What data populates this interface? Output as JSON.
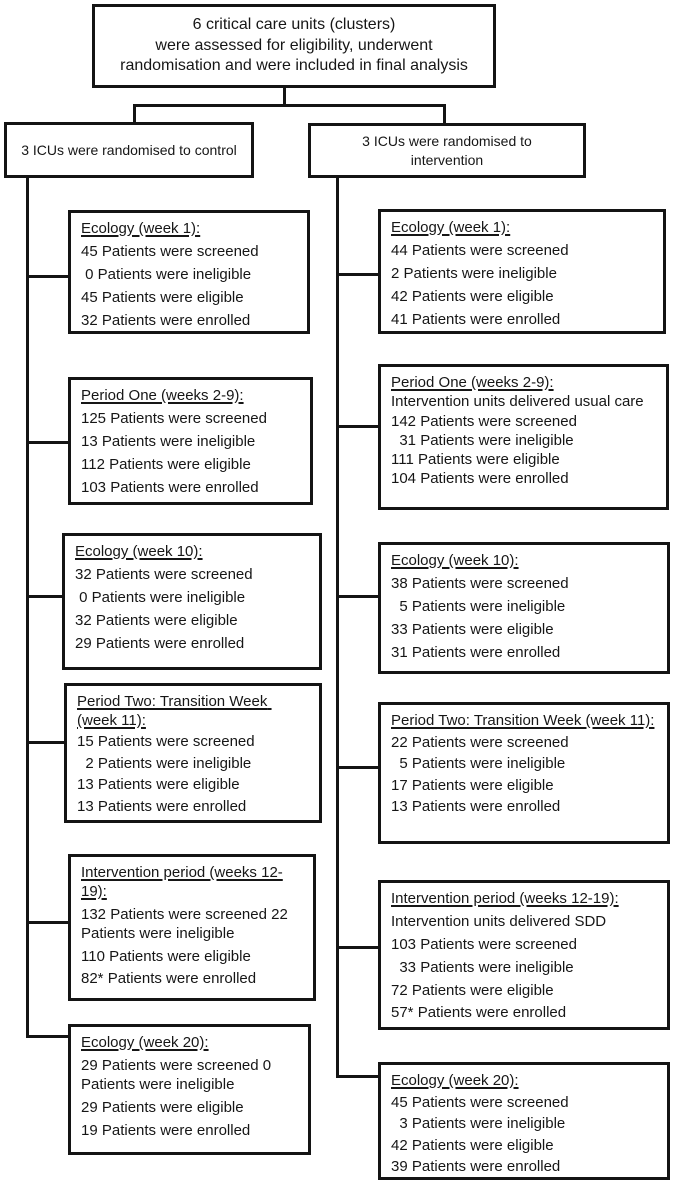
{
  "colors": {
    "line": "#141414",
    "background": "#ffffff",
    "text": "#161616"
  },
  "top_box": {
    "text": "6 critical care units (clusters)\nwere assessed for eligibility, underwent\nrandomisation and were included in final analysis"
  },
  "arm_boxes": {
    "control": "3  ICUs were randomised to control",
    "intervention": "3  ICUs were randomised to\nintervention"
  },
  "control_column": [
    {
      "heading": "Ecology (week 1):",
      "lines": [
        "45 Patients were screened",
        " 0 Patients were ineligible",
        "45 Patients were eligible",
        "32 Patients were enrolled"
      ]
    },
    {
      "heading": "Period One (weeks 2-9):",
      "lines": [
        "125 Patients were screened",
        "13 Patients were ineligible",
        "112 Patients were eligible",
        "103 Patients were enrolled"
      ]
    },
    {
      "heading": "Ecology (week 10):",
      "lines": [
        "32 Patients were screened",
        " 0 Patients were ineligible",
        "32 Patients were eligible",
        "29 Patients were enrolled"
      ]
    },
    {
      "heading": "Period Two: Transition Week (week 11):",
      "lines": [
        "15 Patients were screened",
        "  2 Patients were ineligible",
        "13 Patients were eligible",
        "13 Patients were enrolled"
      ]
    },
    {
      "heading": "Intervention period (weeks 12-19):",
      "lines": [
        "132 Patients were screened 22 Patients were ineligible",
        "110 Patients were eligible",
        "82* Patients were enrolled"
      ]
    },
    {
      "heading": "Ecology (week 20):",
      "lines": [
        "29 Patients were screened 0 Patients were ineligible",
        "29 Patients were eligible",
        "19 Patients were enrolled"
      ]
    }
  ],
  "intervention_column": [
    {
      "heading": "Ecology (week 1):",
      "lines": [
        "44 Patients were screened",
        "2 Patients were ineligible",
        "42 Patients were eligible",
        "41 Patients were enrolled"
      ]
    },
    {
      "heading": "Period One (weeks 2-9):",
      "lines": [
        "Intervention units delivered usual care",
        "142 Patients were screened",
        "  31 Patients were ineligible",
        "111 Patients were eligible",
        "104 Patients were enrolled"
      ]
    },
    {
      "heading": "Ecology (week 10):",
      "lines": [
        "38 Patients were screened",
        "  5 Patients were ineligible",
        "33 Patients were eligible",
        "31 Patients were enrolled"
      ]
    },
    {
      "heading": "Period Two: Transition Week (week 11):",
      "lines": [
        "22 Patients were screened",
        "  5 Patients were ineligible",
        "17 Patients were eligible",
        "13 Patients were enrolled"
      ]
    },
    {
      "heading": "Intervention period (weeks 12-19):",
      "lines": [
        "Intervention units delivered SDD",
        "103 Patients were screened",
        "  33 Patients were ineligible",
        "72 Patients were eligible",
        "57* Patients were enrolled"
      ]
    },
    {
      "heading": "Ecology (week 20):",
      "lines": [
        "45 Patients were screened",
        "  3 Patients were ineligible",
        "42 Patients were eligible",
        "39 Patients were enrolled"
      ]
    }
  ]
}
